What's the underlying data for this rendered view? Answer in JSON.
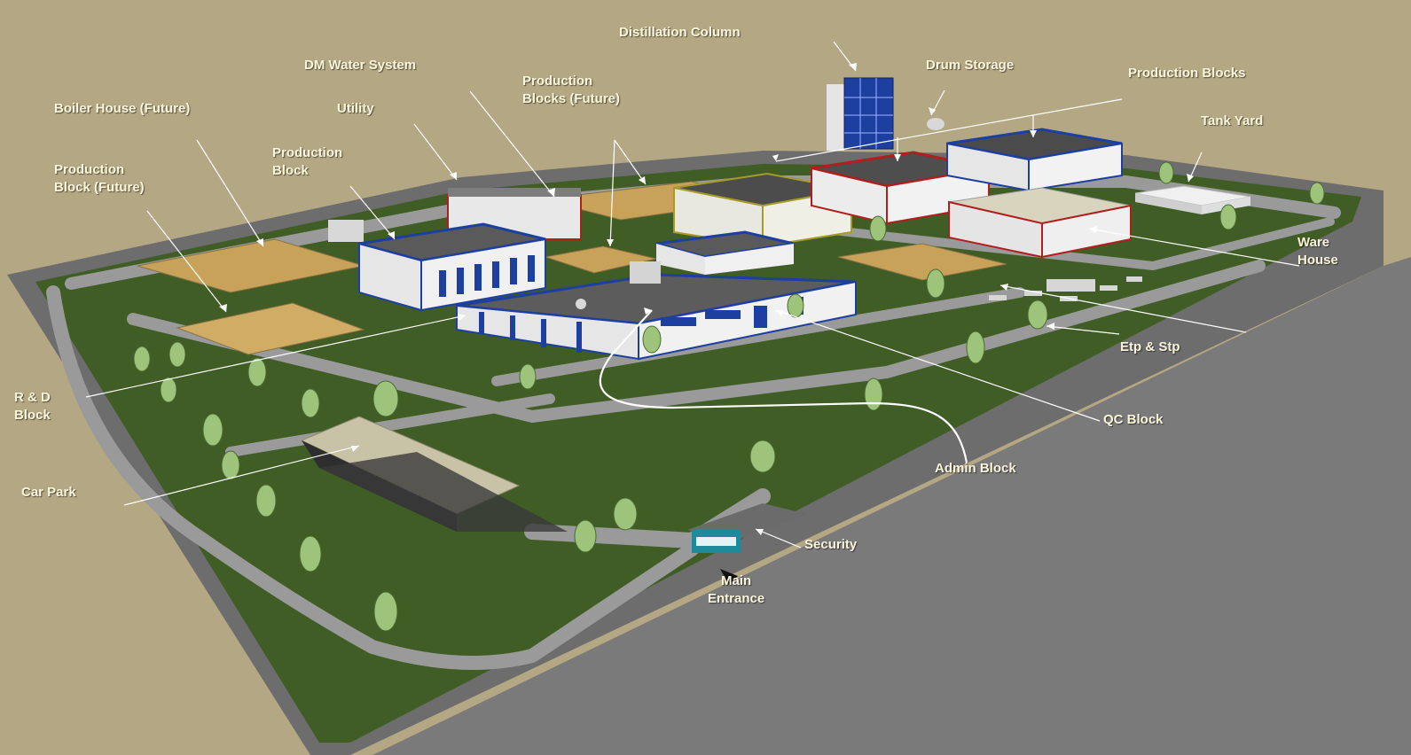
{
  "diagram": {
    "colors": {
      "background": "#b4a783",
      "grass": "#3f5d24",
      "road": "#9a9a9a",
      "label_text": "#fbf6dc",
      "building_trim_blue": "#1d3fa0",
      "building_trim_red": "#b01e1e",
      "future_plot": "#c9a25a"
    },
    "labels": [
      {
        "id": "distillation-column",
        "lines": [
          "Distillation Column"
        ]
      },
      {
        "id": "dm-water-system",
        "lines": [
          "DM Water System"
        ]
      },
      {
        "id": "drum-storage",
        "lines": [
          "Drum Storage"
        ]
      },
      {
        "id": "production-blocks",
        "lines": [
          "Production Blocks"
        ]
      },
      {
        "id": "production-blocks-future",
        "lines": [
          "Production",
          "Blocks (Future)"
        ]
      },
      {
        "id": "boiler-house-future",
        "lines": [
          "Boiler House (Future)"
        ]
      },
      {
        "id": "utility",
        "lines": [
          "Utility"
        ]
      },
      {
        "id": "tank-yard",
        "lines": [
          "Tank Yard"
        ]
      },
      {
        "id": "production-block",
        "lines": [
          "Production",
          "Block"
        ]
      },
      {
        "id": "production-block-future",
        "lines": [
          "Production",
          "Block (Future)"
        ]
      },
      {
        "id": "ware-house",
        "lines": [
          "Ware",
          "House"
        ]
      },
      {
        "id": "etp-stp",
        "lines": [
          "Etp & Stp"
        ]
      },
      {
        "id": "rd-block",
        "lines": [
          "R & D",
          "Block"
        ]
      },
      {
        "id": "qc-block",
        "lines": [
          "QC Block"
        ]
      },
      {
        "id": "admin-block",
        "lines": [
          "Admin Block"
        ]
      },
      {
        "id": "car-park",
        "lines": [
          "Car Park"
        ]
      },
      {
        "id": "security",
        "lines": [
          "Security"
        ]
      },
      {
        "id": "main-entrance",
        "lines": [
          "Main",
          "Entrance"
        ]
      }
    ]
  }
}
